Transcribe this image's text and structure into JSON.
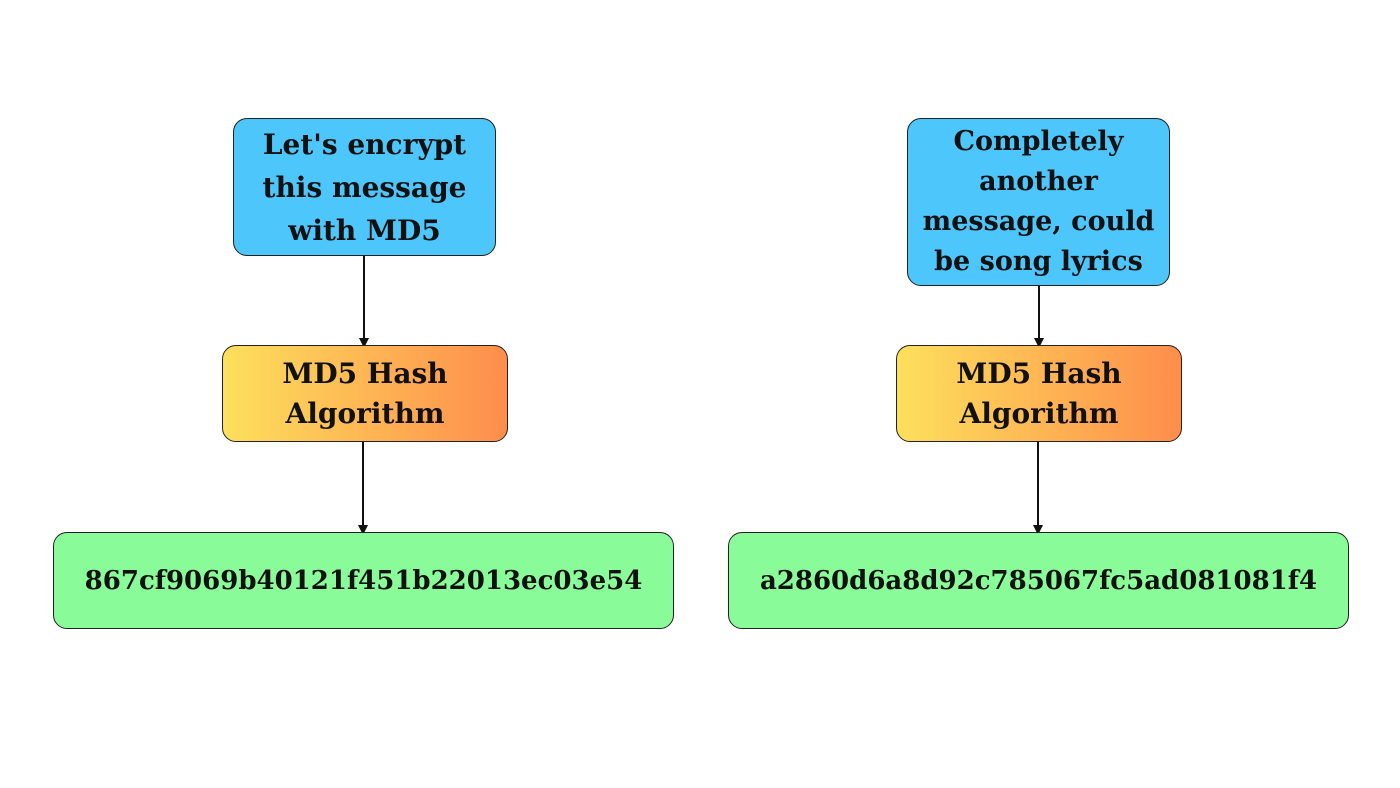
{
  "diagram": {
    "colors": {
      "message": "#4dc6fb",
      "algorithm_start": "#fde05c",
      "algorithm_end": "#fe8d4c",
      "hash": "#89fb98",
      "stroke": "#222222"
    },
    "left": {
      "message": "Let's encrypt\nthis message\nwith MD5",
      "algorithm": "MD5 Hash\nAlgorithm",
      "hash": "867cf9069b40121f451b22013ec03e54"
    },
    "right": {
      "message": "Completely\nanother\nmessage, could\nbe song lyrics",
      "algorithm": "MD5 Hash\nAlgorithm",
      "hash": "a2860d6a8d92c785067fc5ad081081f4"
    }
  }
}
